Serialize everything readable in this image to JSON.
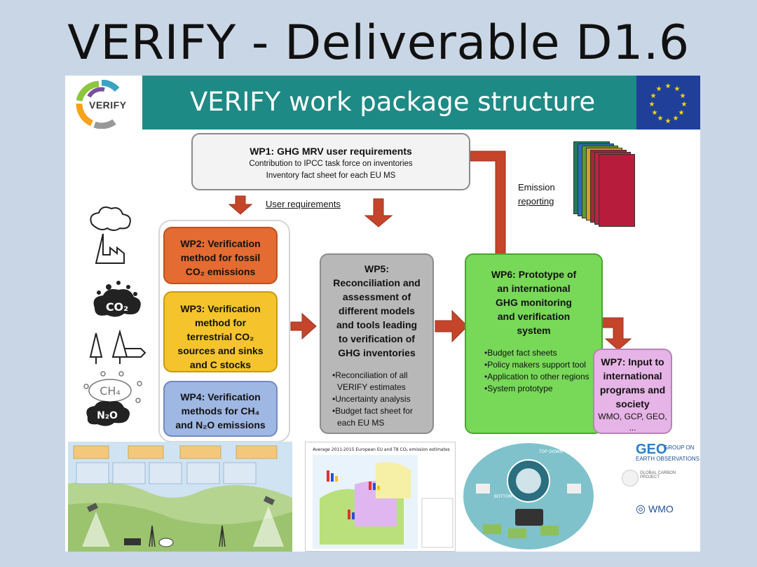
{
  "slide": {
    "title": "VERIFY - Deliverable D1.6"
  },
  "figure": {
    "logo_text": "VERIFY",
    "header_title": "VERIFY work package structure",
    "wp1": {
      "title": "WP1: GHG MRV user requirements",
      "lines": [
        "Contribution to IPCC task force on inventories",
        "Inventory fact sheet for each EU MS"
      ]
    },
    "labels": {
      "user_requirements": "User requirements",
      "emission_reporting_1": "Emission",
      "emission_reporting_2": "reporting"
    },
    "wp2": {
      "lines": [
        "WP2: Verification",
        "method for fossil",
        "CO₂ emissions"
      ]
    },
    "wp3": {
      "lines": [
        "WP3: Verification",
        "method for",
        "terrestrial CO₂",
        "sources and sinks",
        "and C stocks"
      ]
    },
    "wp4": {
      "lines": [
        "WP4: Verification",
        "methods for CH₄",
        "and N₂O emissions"
      ]
    },
    "wp5": {
      "lines": [
        "WP5:",
        "Reconciliation and",
        "assessment of",
        "different models",
        "and tools leading",
        "to verification of",
        "GHG inventories"
      ],
      "bullets": [
        "•Reconciliation of all VERIFY estimates",
        "•Uncertainty analysis",
        "•Budget fact sheet for each EU MS"
      ]
    },
    "wp6": {
      "lines": [
        "WP6: Prototype of",
        "an international",
        "GHG monitoring",
        "and verification",
        "system"
      ],
      "bullets": [
        "•Budget fact sheets",
        "•Policy makers support tool",
        "•Application to other regions",
        "•System prototype"
      ]
    },
    "wp7": {
      "lines": [
        "WP7: Input to",
        "international",
        "programs and",
        "society"
      ],
      "sub": "WMO, GCP, GEO,",
      "more": "..."
    },
    "icons": {
      "co2": "CO₂",
      "ch4": "CH₄",
      "n2o": "N₂O"
    },
    "bottom": {
      "map_title": "Average 2011-2015 European EU and T8 CO₂ emission estimates",
      "topdown": "TOP DOWN",
      "bottomup": "BOTTOM-UP",
      "geo_1": "GROUP ON",
      "geo_2": "EARTH OBSERVATIONS",
      "gcp": "GLOBAL CARBON PROJECT",
      "wmo": "WMO"
    }
  },
  "colors": {
    "header": "#1e8a85",
    "wp2": "#e46b31",
    "wp3": "#f5c42c",
    "wp4": "#9fb7e3",
    "wp5": "#b8b8b8",
    "wp6": "#78d858",
    "wp7": "#e6b4e6",
    "arrow": "#c4452a"
  }
}
